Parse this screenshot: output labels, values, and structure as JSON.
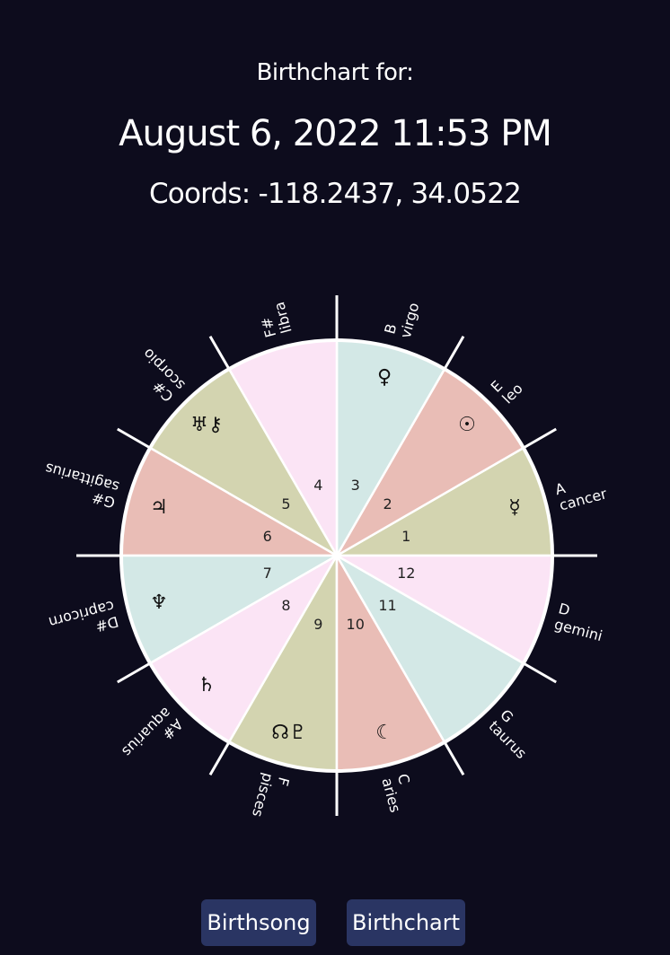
{
  "header": {
    "subtitle": "Birthchart for:",
    "datetime": "August 6, 2022 11:53 PM",
    "coords": "Coords: -118.2437, 34.0522"
  },
  "wheel": {
    "colors": {
      "olive": "#d3d4b0",
      "salmon": "#e9bdb6",
      "mint": "#d3e8e6",
      "pink": "#fbe4f5",
      "line": "#ffffff"
    },
    "sectors": [
      {
        "n": "1",
        "color": "olive"
      },
      {
        "n": "2",
        "color": "salmon"
      },
      {
        "n": "3",
        "color": "mint"
      },
      {
        "n": "4",
        "color": "pink"
      },
      {
        "n": "5",
        "color": "olive"
      },
      {
        "n": "6",
        "color": "salmon"
      },
      {
        "n": "7",
        "color": "mint"
      },
      {
        "n": "8",
        "color": "pink"
      },
      {
        "n": "9",
        "color": "olive"
      },
      {
        "n": "10",
        "color": "salmon"
      },
      {
        "n": "11",
        "color": "mint"
      },
      {
        "n": "12",
        "color": "pink"
      }
    ],
    "house_numbers": [
      "1",
      "2",
      "3",
      "4",
      "5",
      "6",
      "7",
      "8",
      "9",
      "10",
      "11",
      "12"
    ],
    "signs": [
      {
        "note": "B",
        "name": "virgo"
      },
      {
        "note": "E",
        "name": "leo"
      },
      {
        "note": "A",
        "name": "cancer"
      },
      {
        "note": "D",
        "name": "gemini"
      },
      {
        "note": "G",
        "name": "taurus"
      },
      {
        "note": "C",
        "name": "aries"
      },
      {
        "note": "F",
        "name": "pisces"
      },
      {
        "note": "A#",
        "name": "aquarius"
      },
      {
        "note": "D#",
        "name": "capricorn"
      },
      {
        "note": "G#",
        "name": "sagittarius"
      },
      {
        "note": "C#",
        "name": "scorpio"
      },
      {
        "note": "F#",
        "name": "libra"
      }
    ],
    "planets": [
      {
        "glyph": "☿",
        "name": "mercury-icon",
        "sector": 0
      },
      {
        "glyph": "☉",
        "name": "sun-icon",
        "sector": 1
      },
      {
        "glyph": "♀",
        "name": "venus-icon",
        "sector": 2
      },
      {
        "glyph": "♅⚷",
        "name": "uranus-chiron-icon",
        "sector": 4
      },
      {
        "glyph": "♃",
        "name": "jupiter-icon",
        "sector": 5
      },
      {
        "glyph": "♆",
        "name": "neptune-icon",
        "sector": 6
      },
      {
        "glyph": "♄",
        "name": "saturn-icon",
        "sector": 7
      },
      {
        "glyph": "☊♇",
        "name": "node-pluto-icon",
        "sector": 8
      },
      {
        "glyph": "☾",
        "name": "moon-icon",
        "sector": 9
      }
    ]
  },
  "buttons": {
    "birthsong": "Birthsong",
    "birthchart": "Birthchart"
  }
}
